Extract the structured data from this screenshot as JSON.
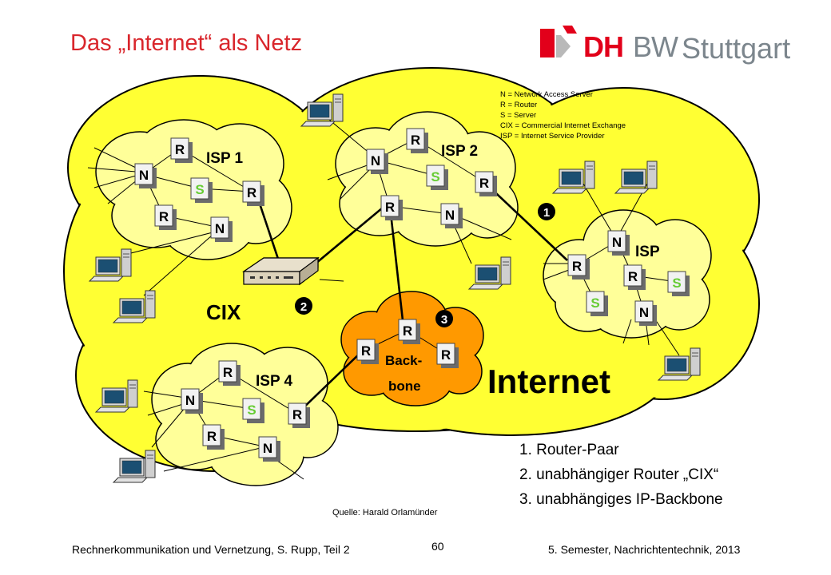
{
  "title": "Das „Internet“ als Netz",
  "logo": {
    "mark_letters": "DH",
    "bold": "DH",
    "light": "BW",
    "city": "Stuttgart"
  },
  "legend": [
    "N = Network Access Server",
    "R = Router",
    "S = Server",
    "CIX = Commercial Internet Exchange",
    "ISP = Internet Service Provider"
  ],
  "labels": {
    "isp1": "ISP 1",
    "isp2": "ISP 2",
    "isp3": "ISP",
    "isp4": "ISP 4",
    "cix": "CIX",
    "backbone_line1": "Back-",
    "backbone_line2": "bone",
    "internet": "Internet"
  },
  "badges": {
    "b1": "1",
    "b2": "2",
    "b3": "3"
  },
  "node_letters": {
    "router": "R",
    "nas": "N",
    "server": "S"
  },
  "notes": [
    "1.  Router-Paar",
    "2.  unabhängiger Router „CIX“",
    "3.  unabhängiges IP-Backbone"
  ],
  "source": "Quelle:  Harald Orlamünder",
  "footer": {
    "left": "Rechnerkommunikation und Vernetzung, S. Rupp, Teil 2",
    "page": "60",
    "right": "5. Semester, Nachrichtentechnik, 2013"
  },
  "colors": {
    "title": "#d9262c",
    "internet_cloud": "#ffff33",
    "isp_cloud": "#ffff99",
    "backbone_cloud": "#ff9900",
    "node_face": "#f2f2f2",
    "server_letter": "#66cc33",
    "logo_red": "#e2001a",
    "logo_grey": "#7c868d"
  }
}
